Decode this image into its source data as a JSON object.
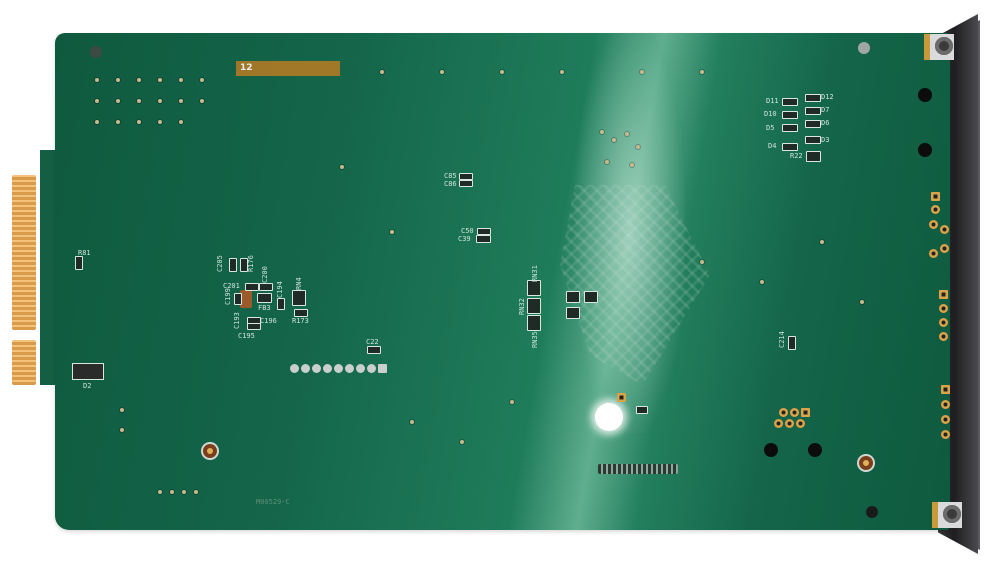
{
  "scene": {
    "subject": "Green printed circuit board (bottom side) with card-edge connector and metal mounting bracket",
    "board_color": "#14654a",
    "edge_connector_color": "#e9b36a",
    "bracket_color": "#2e2e31"
  },
  "gold_label": {
    "text": "12"
  },
  "silkscreen": {
    "top_right": [
      "D11",
      "D12",
      "D10",
      "D7",
      "D5",
      "D6",
      "D4",
      "D3",
      "R22"
    ],
    "left_cluster": [
      "C205",
      "R176",
      "C201",
      "C200",
      "C199",
      "FB3",
      "C194",
      "RN4",
      "C193",
      "C196",
      "C195",
      "R173"
    ],
    "center_caps": [
      "C85",
      "C86",
      "C50",
      "C39"
    ],
    "resistor_networks": [
      "RN31",
      "RN32",
      "RN35"
    ],
    "misc": [
      "R81",
      "D2",
      "C22",
      "C214"
    ],
    "bottom_marking": "M00529-C"
  }
}
